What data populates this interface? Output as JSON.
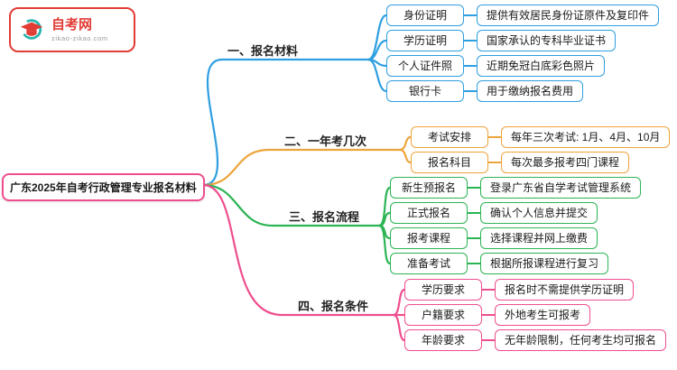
{
  "logo": {
    "title": "自考网",
    "subtitle": "zikao-zikao.com",
    "brand_color": "#e23c36"
  },
  "root": {
    "label": "广东2025年自考行政管理专业报名材料",
    "color": "#ee4e8f"
  },
  "colors": {
    "branch1": "#2e9fe0",
    "branch2": "#eda43c",
    "branch3": "#2cb454",
    "branch4": "#ee4e8f"
  },
  "branches": [
    {
      "label": "一、报名材料",
      "color": "#2e9fe0",
      "items": [
        {
          "label": "身份证明",
          "desc": "提供有效居民身份证原件及复印件"
        },
        {
          "label": "学历证明",
          "desc": "国家承认的专科毕业证书"
        },
        {
          "label": "个人证件照",
          "desc": "近期免冠白底彩色照片"
        },
        {
          "label": "银行卡",
          "desc": "用于缴纳报名费用"
        }
      ]
    },
    {
      "label": "二、一年考几次",
      "color": "#eda43c",
      "items": [
        {
          "label": "考试安排",
          "desc": "每年三次考试: 1月、4月、10月"
        },
        {
          "label": "报名科目",
          "desc": "每次最多报考四门课程"
        }
      ]
    },
    {
      "label": "三、报名流程",
      "color": "#2cb454",
      "items": [
        {
          "label": "新生预报名",
          "desc": "登录广东省自学考试管理系统"
        },
        {
          "label": "正式报名",
          "desc": "确认个人信息并提交"
        },
        {
          "label": "报考课程",
          "desc": "选择课程并网上缴费"
        },
        {
          "label": "准备考试",
          "desc": "根据所报课程进行复习"
        }
      ]
    },
    {
      "label": "四、报名条件",
      "color": "#ee4e8f",
      "items": [
        {
          "label": "学历要求",
          "desc": "报名时不需提供学历证明"
        },
        {
          "label": "户籍要求",
          "desc": "外地考生可报考"
        },
        {
          "label": "年龄要求",
          "desc": "无年龄限制，任何考生均可报名"
        }
      ]
    }
  ]
}
